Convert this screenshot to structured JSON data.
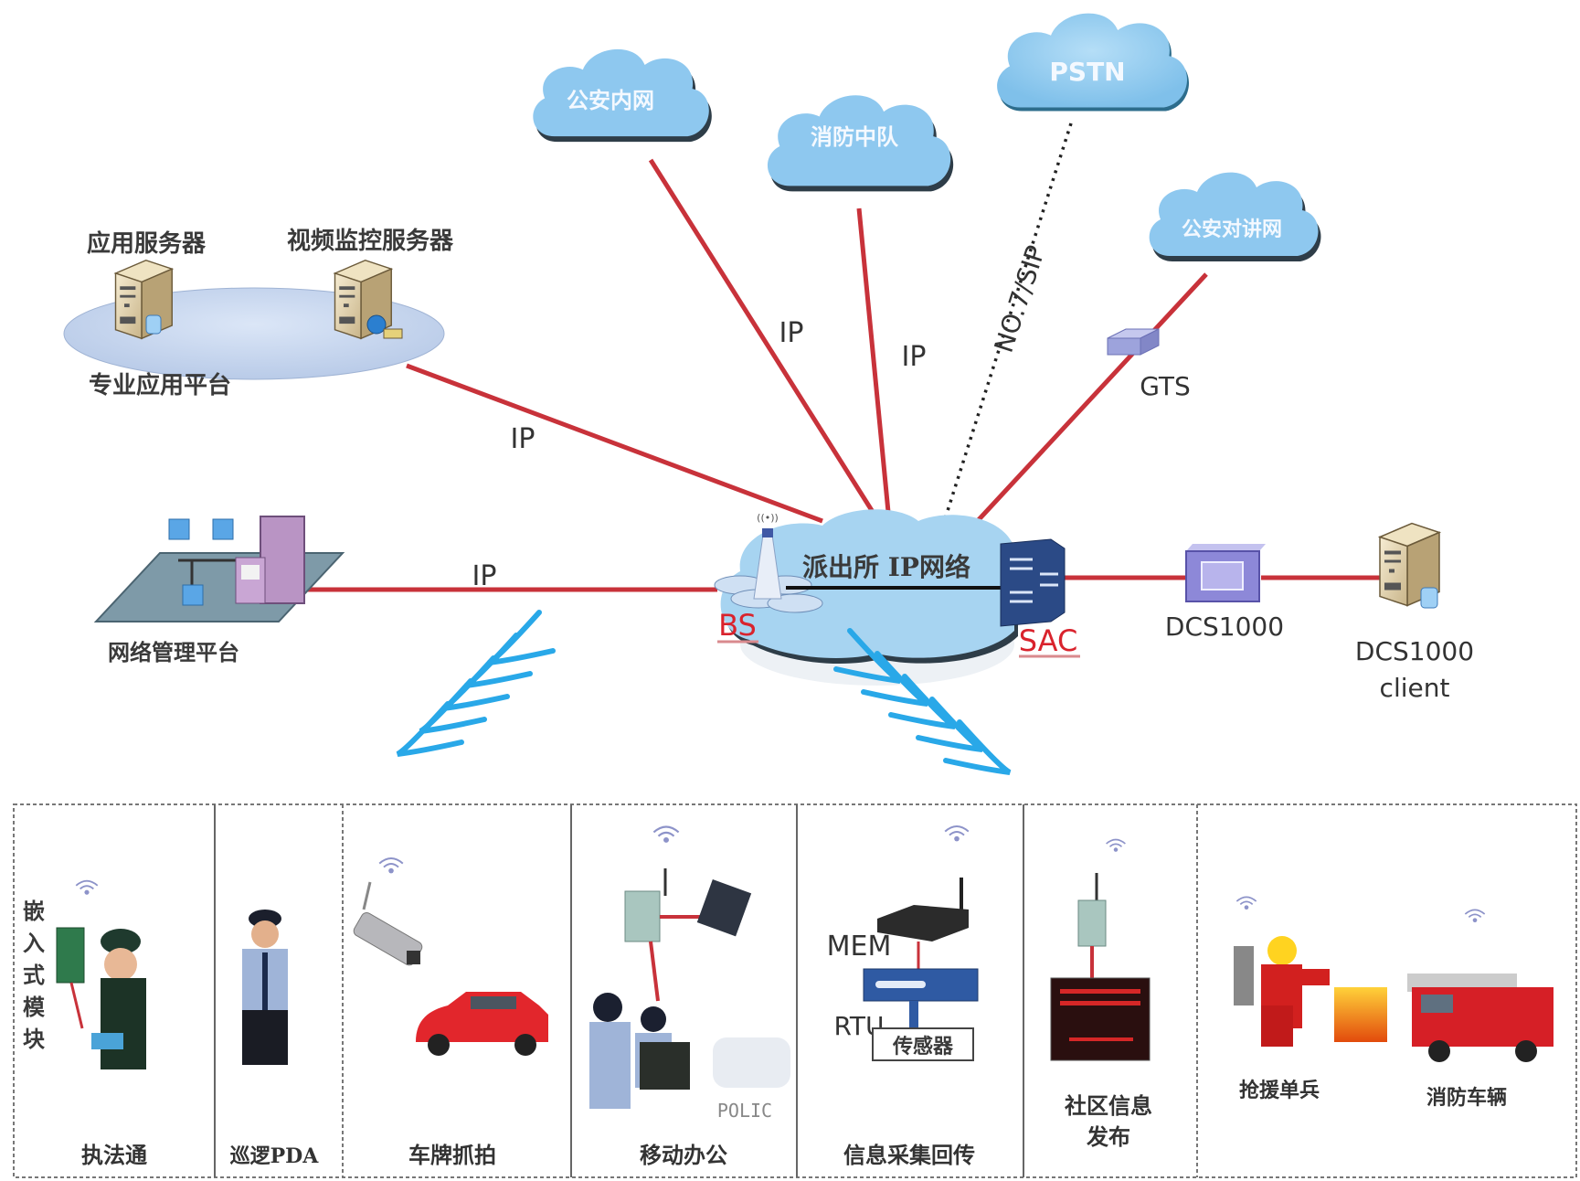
{
  "clouds": {
    "public_security_intranet": "公安内网",
    "fire_squadron": "消防中队",
    "pstn": "PSTN",
    "public_security_intercom": "公安对讲网",
    "station_ip_network": "派出所 IP网络"
  },
  "servers": {
    "app_server": "应用服务器",
    "video_server": "视频监控服务器",
    "platform": "专业应用平台"
  },
  "nms": {
    "label": "网络管理平台"
  },
  "links": {
    "ip_platform": "IP",
    "ip_intranet": "IP",
    "ip_fire": "IP",
    "ip_nms": "IP",
    "pstn_link": "NO.7/SIP"
  },
  "nodes": {
    "gts": "GTS",
    "bs": "BS",
    "sac": "SAC",
    "dcs": "DCS1000",
    "dcs_client_line1": "DCS1000",
    "dcs_client_line2": "client"
  },
  "panels": [
    {
      "caption": "执法通",
      "side_label": [
        "嵌",
        "入",
        "式",
        "模",
        "块"
      ]
    },
    {
      "caption": "巡逻PDA"
    },
    {
      "caption": "车牌抓拍"
    },
    {
      "caption": "移动办公",
      "car_text": "POLIC"
    },
    {
      "caption": "信息采集回传",
      "mem": "MEM",
      "rtu": "RTU",
      "sensor": "传感器"
    },
    {
      "caption_line1": "社区信息",
      "caption_line2": "发布"
    },
    {
      "caption_a": "抢援单兵",
      "caption_b": "消防车辆"
    }
  ],
  "colors": {
    "link_red": "#c8323a",
    "cloud_blue": "#8ec8ef",
    "wave_blue": "#29a8e8",
    "label_red": "#d9232d"
  }
}
